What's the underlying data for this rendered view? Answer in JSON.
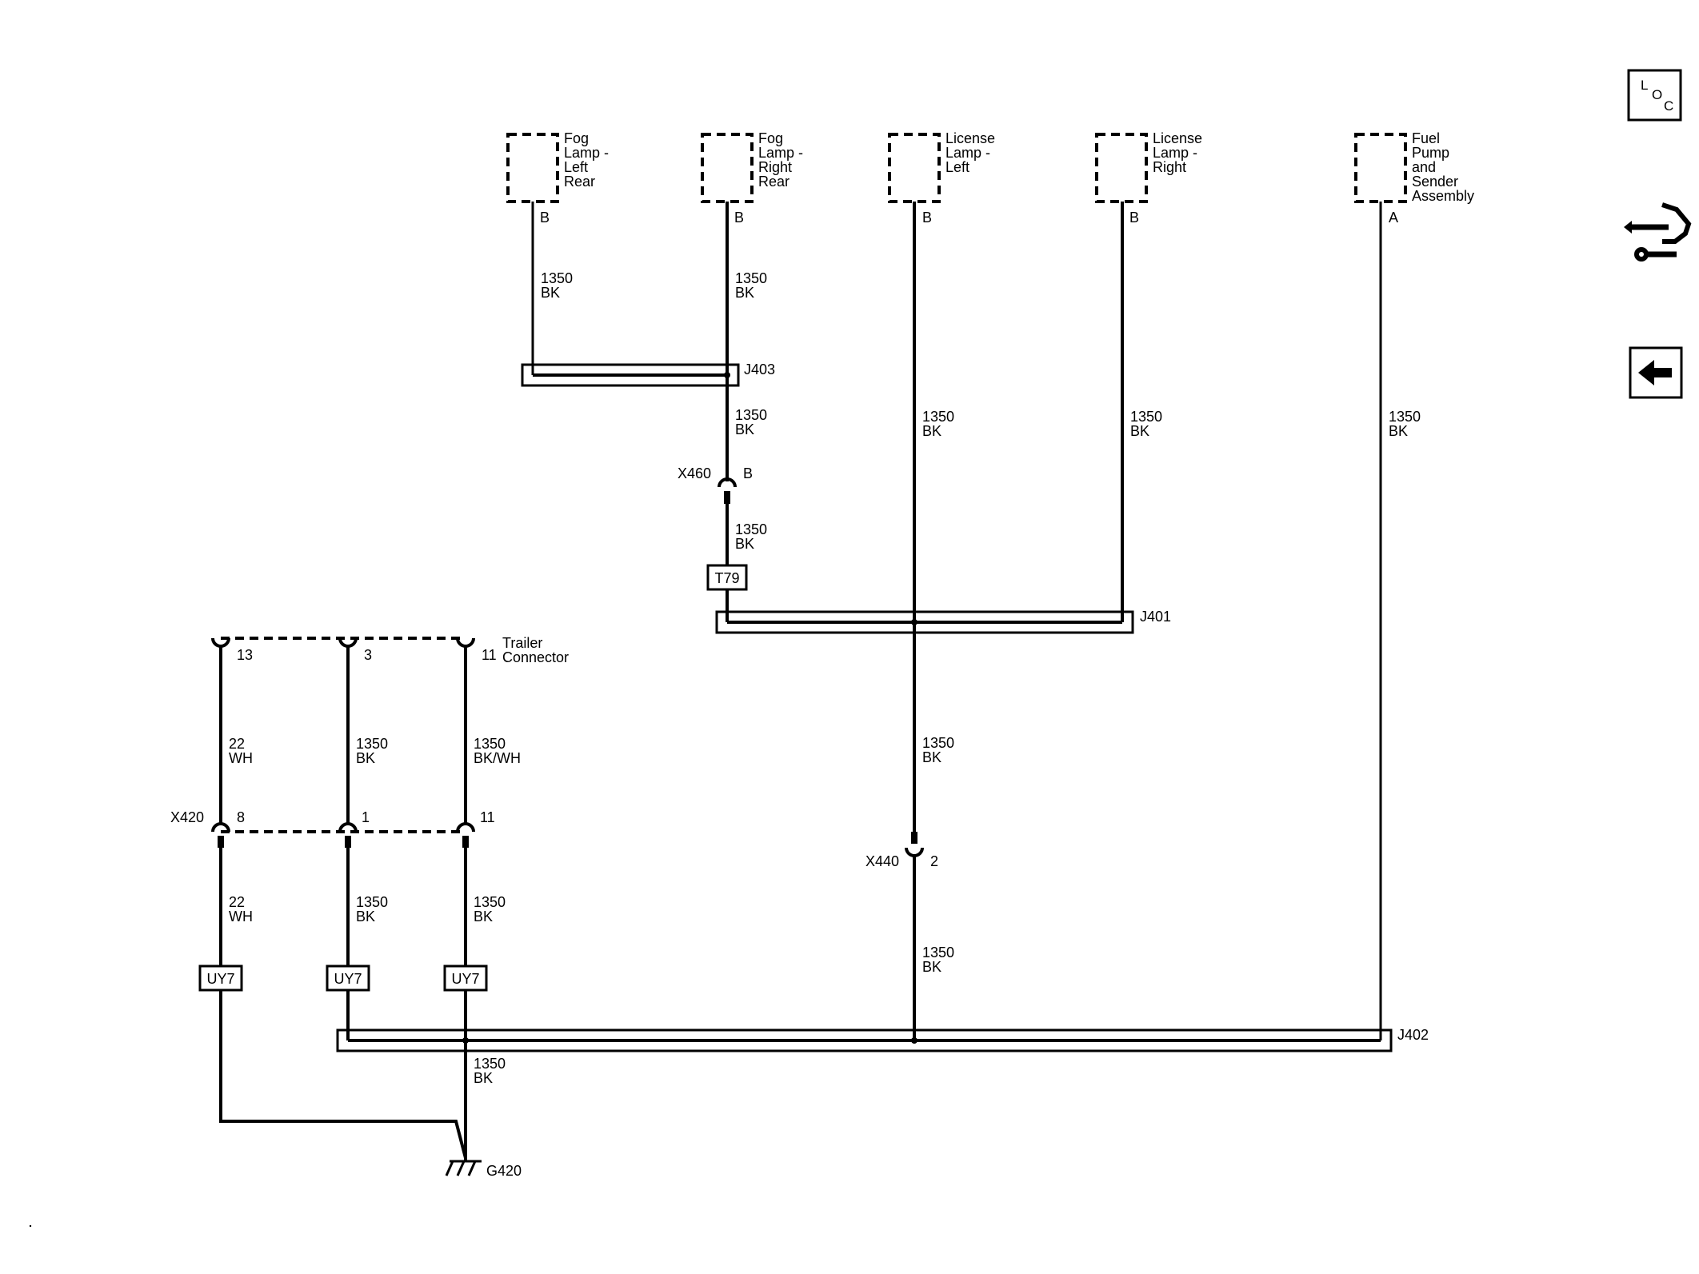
{
  "components": {
    "fog_left": [
      "Fog",
      "Lamp -",
      "Left",
      "Rear"
    ],
    "fog_right": [
      "Fog",
      "Lamp -",
      "Right",
      "Rear"
    ],
    "license_left": [
      "License",
      "Lamp -",
      "Left"
    ],
    "license_right": [
      "License",
      "Lamp -",
      "Right"
    ],
    "fuel_pump": [
      "Fuel",
      "Pump",
      "and",
      "Sender",
      "Assembly"
    ],
    "trailer_connector": [
      "Trailer",
      "Connector"
    ]
  },
  "pins": {
    "fog_left": "B",
    "fog_right": "B",
    "license_left": "B",
    "license_right": "B",
    "fuel_pump": "A",
    "trailer_13": "13",
    "trailer_3": "3",
    "trailer_11": "11",
    "x420_8": "8",
    "x420_1": "1",
    "x420_11": "11",
    "x460": "B",
    "x440": "2"
  },
  "wires": {
    "fog_left": [
      "1350",
      "BK"
    ],
    "fog_right": [
      "1350",
      "BK"
    ],
    "j403_out": [
      "1350",
      "BK"
    ],
    "x460_out": [
      "1350",
      "BK"
    ],
    "license_left": [
      "1350",
      "BK"
    ],
    "license_right": [
      "1350",
      "BK"
    ],
    "fuel_pump": [
      "1350",
      "BK"
    ],
    "j401_out": [
      "1350",
      "BK"
    ],
    "x440_out": [
      "1350",
      "BK"
    ],
    "tr_13": [
      "22",
      "WH"
    ],
    "tr_3": [
      "1350",
      "BK"
    ],
    "tr_11": [
      "1350",
      "BK/WH"
    ],
    "x420_8": [
      "22",
      "WH"
    ],
    "x420_1": [
      "1350",
      "BK"
    ],
    "x420_11": [
      "1350",
      "BK"
    ],
    "j402_out": [
      "1350",
      "BK"
    ]
  },
  "splices": {
    "j403": "J403",
    "j401": "J401",
    "j402": "J402"
  },
  "connectors": {
    "x460": "X460",
    "x440": "X440",
    "x420": "X420"
  },
  "options": {
    "t79": "T79",
    "uy7": "UY7"
  },
  "ground": "G420",
  "nav": {
    "loc_l": "L",
    "loc_o": "O",
    "loc_c": "C"
  },
  "icons": {
    "loc": "loc-icon",
    "connector": "connector-wrench-icon",
    "back": "back-arrow-icon"
  }
}
